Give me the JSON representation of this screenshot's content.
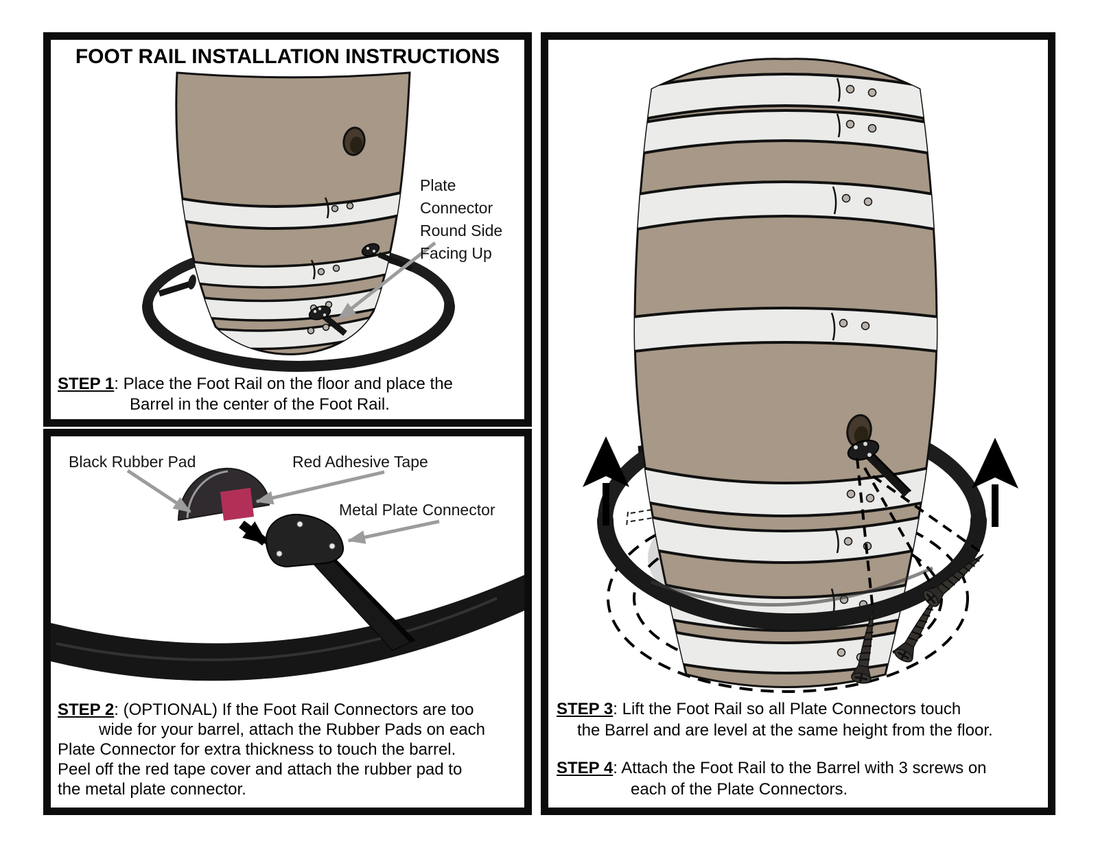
{
  "panel1": {
    "title": "FOOT RAIL INSTALLATION INSTRUCTIONS",
    "callout": {
      "line1": "Plate Connector",
      "line2": "Round Side",
      "line3": "Facing Up"
    },
    "step": {
      "label": "STEP 1",
      "line1": ": Place the Foot Rail on the floor and place the",
      "line2": "Barrel in the center of the Foot Rail."
    }
  },
  "panel2": {
    "labels": {
      "rubber_pad": "Black Rubber Pad",
      "adhesive_tape": "Red Adhesive Tape",
      "plate_connector": "Metal Plate Connector"
    },
    "step": {
      "label": "STEP 2",
      "line1": ": (OPTIONAL) If the Foot Rail Connectors are too",
      "line2": "wide for your barrel, attach the Rubber Pads on each",
      "line3": "Plate Connector for extra thickness to touch the barrel.",
      "line4": "Peel off the red tape cover and attach the rubber pad to",
      "line5": "the metal plate connector."
    }
  },
  "panel3": {
    "step3": {
      "label": "STEP 3",
      "line1": ": Lift the Foot Rail so all Plate Connectors touch",
      "line2": "the Barrel and are level at the same height from the floor."
    },
    "step4": {
      "label": "STEP 4",
      "line1": ": Attach the Foot Rail to the Barrel with 3 screws on",
      "line2": "each of the Plate Connectors."
    }
  },
  "colors": {
    "barrel_wood": "#a79887",
    "hoop_band": "#ebebe9",
    "foot_rail_black": "#1a1a1a",
    "red_adhesive_tape": "#b23058",
    "callout_arrow_gray": "#9c9c9c",
    "screw_dark": "#35322d",
    "floor_shadow": "#d8d8d8"
  }
}
